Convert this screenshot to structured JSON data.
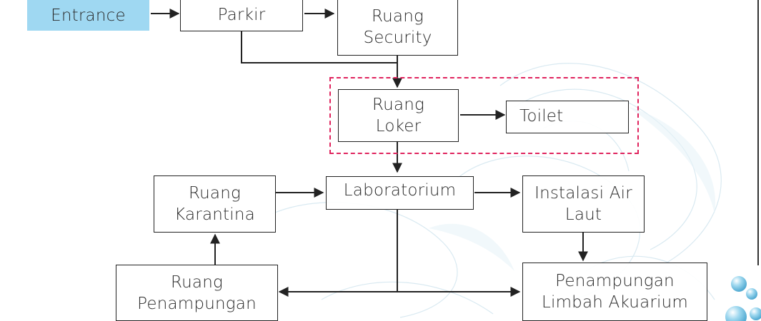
{
  "diagram": {
    "nodes": {
      "entrance": "Entrance",
      "parkir": "Parkir",
      "ruang_security": "Ruang\nSecurity",
      "ruang_loker": "Ruang\nLoker",
      "toilet": "Toilet",
      "laboratorium": "Laboratorium",
      "ruang_karantina": "Ruang\nKarantina",
      "instalasi_air_laut": "Instalasi Air\nLaut",
      "ruang_penampungan": "Ruang\nPenampungan",
      "penampungan_limbah_akuarium": "Penampungan\nLimbah Akuarium"
    },
    "edges": [
      {
        "from": "entrance",
        "to": "parkir"
      },
      {
        "from": "parkir",
        "to": "ruang_security"
      },
      {
        "from": "parkir",
        "to": "ruang_loker"
      },
      {
        "from": "ruang_security",
        "to": "ruang_loker"
      },
      {
        "from": "ruang_loker",
        "to": "toilet"
      },
      {
        "from": "ruang_loker",
        "to": "laboratorium"
      },
      {
        "from": "ruang_karantina",
        "to": "laboratorium"
      },
      {
        "from": "laboratorium",
        "to": "instalasi_air_laut"
      },
      {
        "from": "instalasi_air_laut",
        "to": "penampungan_limbah_akuarium"
      },
      {
        "from": "laboratorium",
        "to": "ruang_penampungan"
      },
      {
        "from": "laboratorium",
        "to": "penampungan_limbah_akuarium"
      },
      {
        "from": "ruang_penampungan",
        "to": "ruang_karantina"
      }
    ],
    "colors": {
      "entrance_fill": "#9fd8f2",
      "highlight_border": "#e0245e",
      "line": "#222222",
      "bubble": "#7cc9e6"
    }
  }
}
